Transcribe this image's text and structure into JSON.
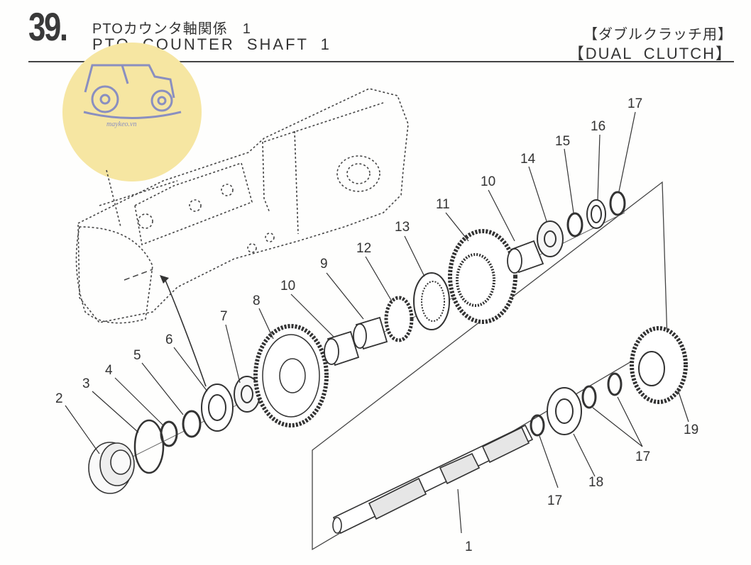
{
  "header": {
    "section_number": "39.",
    "title_jp": "PTOカウンタ軸関係　1",
    "title_en": "PTO COUNTER SHAFT 1",
    "variant_jp": "【ダブルクラッチ用】",
    "variant_en": "【DUAL CLUTCH】"
  },
  "watermark": {
    "text": "maykeo.vn",
    "color": "#f6e6a2"
  },
  "callouts": [
    {
      "label": "1"
    },
    {
      "label": "2"
    },
    {
      "label": "3"
    },
    {
      "label": "4"
    },
    {
      "label": "5"
    },
    {
      "label": "6"
    },
    {
      "label": "7"
    },
    {
      "label": "8"
    },
    {
      "label": "9"
    },
    {
      "label": "10"
    },
    {
      "label": "10"
    },
    {
      "label": "11"
    },
    {
      "label": "12"
    },
    {
      "label": "13"
    },
    {
      "label": "14"
    },
    {
      "label": "15"
    },
    {
      "label": "16"
    },
    {
      "label": "17"
    },
    {
      "label": "17"
    },
    {
      "label": "17"
    },
    {
      "label": "18"
    },
    {
      "label": "19"
    }
  ]
}
